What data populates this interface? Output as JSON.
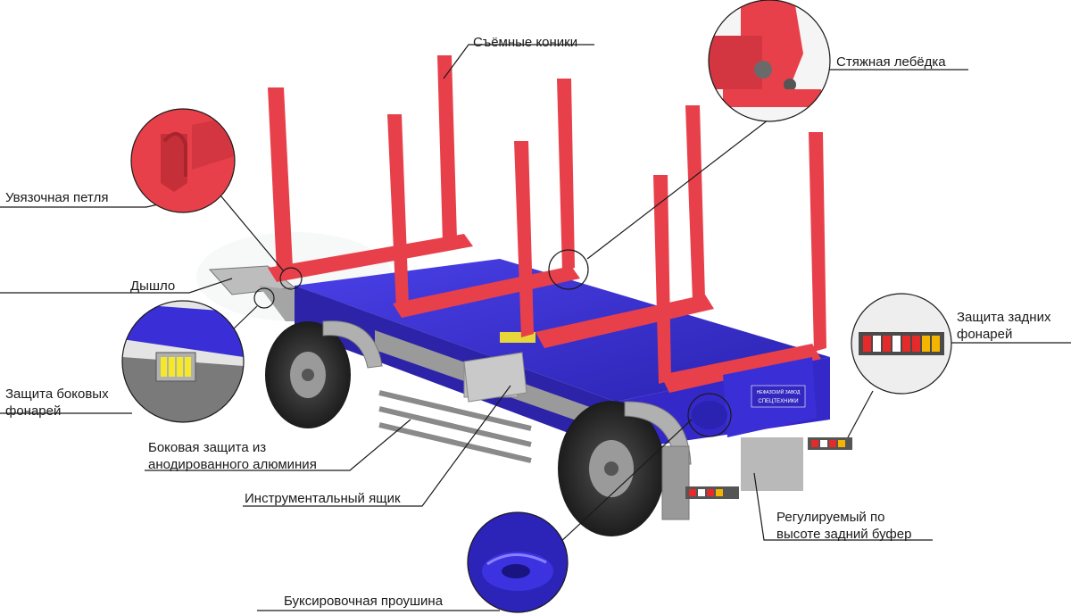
{
  "labels": {
    "removable_stakes": "Съёмные коники",
    "tension_winch": "Стяжная лебёдка",
    "tie_loop": "Увязочная петля",
    "drawbar": "Дышло",
    "side_lamp_guard_1": "Защита боковых",
    "side_lamp_guard_2": "фонарей",
    "side_guard_1": "Боковая защита из",
    "side_guard_2": "анодированного алюминия",
    "tool_box": "Инструментальный ящик",
    "rear_lamp_guard_1": "Защита задних",
    "rear_lamp_guard_2": "фонарей",
    "rear_bumper_1": "Регулируемый по",
    "rear_bumper_2": "высоте задний буфер",
    "towing_eye": "Буксировочная проушина"
  },
  "plate": {
    "line1": "НЕФАЗСКИЙ ЗАВОД",
    "line2": "СПЕЦТЕХНИКИ"
  },
  "colors": {
    "stake_red": "#e8404a",
    "deck_blue": "#3a2fd6",
    "frame_grey": "#9a9a9a",
    "tire_black": "#2a2a2a",
    "leader_line": "#1a1a1a"
  }
}
